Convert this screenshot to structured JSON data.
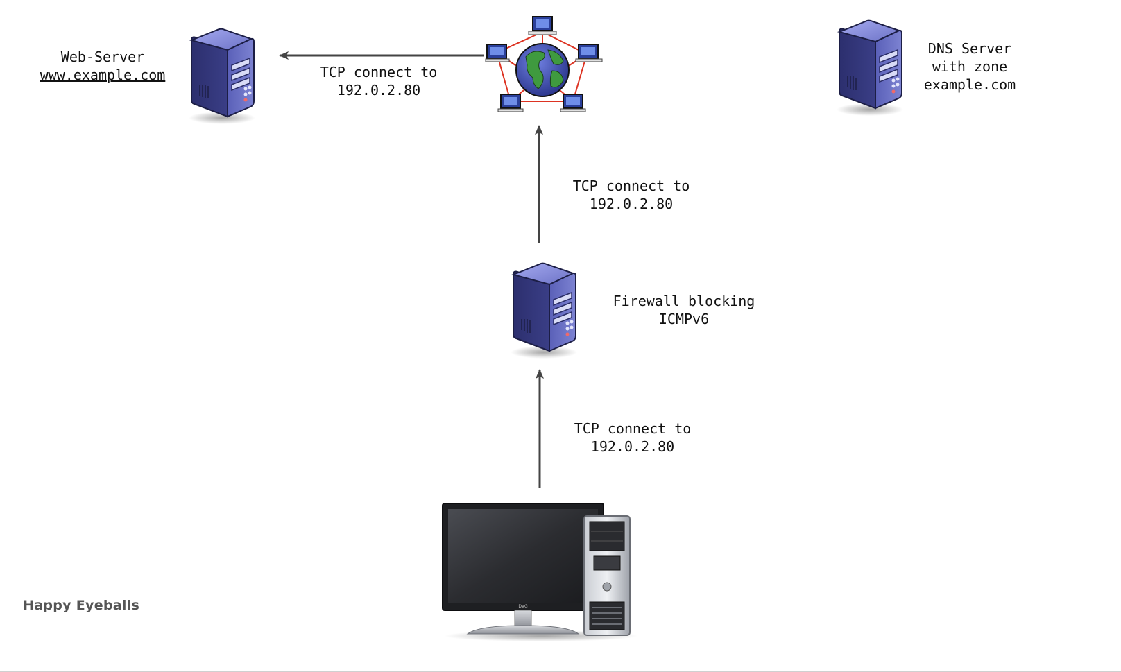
{
  "diagram": {
    "caption": "Happy Eyeballs",
    "web_server": {
      "line1": "Web-Server",
      "line2": "www.example.com"
    },
    "dns_server": {
      "line1": "DNS Server",
      "line2": "with zone",
      "line3": "example.com"
    },
    "firewall": {
      "line1": "Firewall blocking",
      "line2": "ICMPv6"
    },
    "edges": [
      {
        "line1": "TCP connect to",
        "line2": "192.0.2.80"
      },
      {
        "line1": "TCP connect to",
        "line2": "192.0.2.80"
      },
      {
        "line1": "TCP connect to",
        "line2": "192.0.2.80"
      }
    ],
    "monitor_brand": "DVG"
  },
  "colors": {
    "server_blue": "#4a4f9a",
    "arrow": "#444444",
    "globe_ocean": "#3b4aa8",
    "globe_land": "#3f9a3f",
    "network_link": "#dd3322"
  },
  "icons": {
    "web_server": "server-tower-icon",
    "dns_server": "server-tower-icon",
    "firewall": "server-tower-icon",
    "internet": "globe-network-icon",
    "client": "desktop-computer-icon"
  }
}
